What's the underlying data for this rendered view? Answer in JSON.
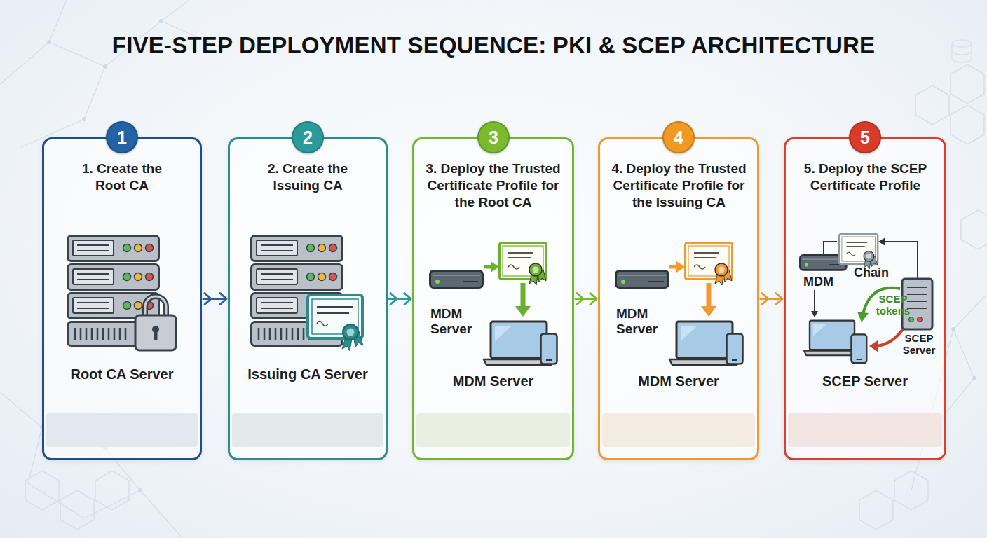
{
  "diagram": {
    "title": "FIVE-STEP DEPLOYMENT SEQUENCE: PKI & SCEP ARCHITECTURE",
    "nodes": [
      {
        "text": [
          "1. Create the Root CA",
          "Root CA Server"
        ]
      },
      {
        "text": [
          "1"
        ],
        "in": 0
      },
      {
        "text": [
          "2. Create the Issuing CA",
          "Issuing CA Server"
        ]
      },
      {
        "text": [
          "2"
        ],
        "in": 2
      },
      {
        "text": [
          "3. Deploy the Trusted Certificate Profile for the Root CA",
          "MDM Server"
        ]
      },
      {
        "text": [
          "3"
        ],
        "in": 4
      },
      {
        "text": [
          "4. Deploy the Trusted Certificate Profile for the Issuing CA",
          "MDM Server"
        ]
      },
      {
        "text": [
          "4"
        ],
        "in": 6
      },
      {
        "text": [
          "5. Deploy the SCEP Certificate Profile",
          "SCEP Server"
        ]
      },
      {
        "text": [
          "5"
        ],
        "in": 8
      }
    ],
    "edges": [
      {
        "from": 0,
        "to": 2,
        "arrow": "to"
      },
      {
        "from": 2,
        "to": 4,
        "arrow": "to"
      },
      {
        "from": 4,
        "to": 6,
        "arrow": "to"
      },
      {
        "from": 6,
        "to": 8,
        "arrow": "to"
      }
    ],
    "labels": [
      "MDM Server",
      "MDM Server",
      "Chain",
      "MDM",
      "SCEP tokens",
      "SCEP Server"
    ]
  }
}
